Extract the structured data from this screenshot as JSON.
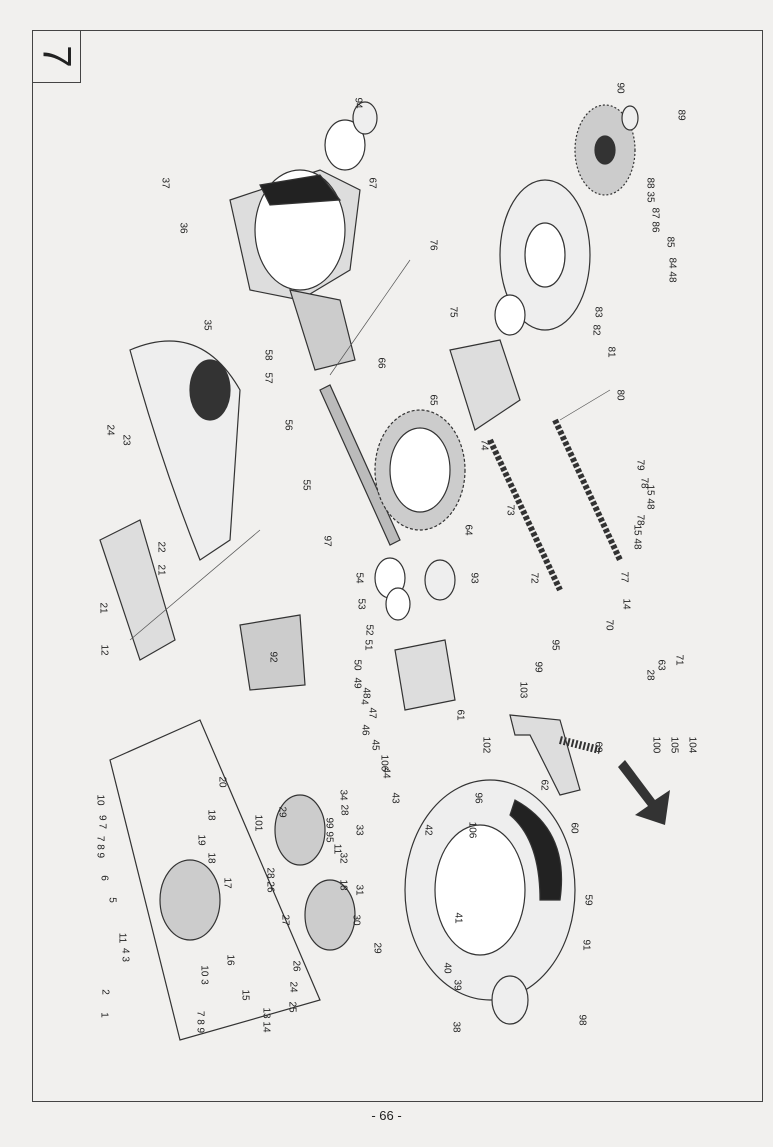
{
  "figure_number": "7",
  "page_number": "- 66 -",
  "part_labels": [
    "94",
    "67",
    "37",
    "36",
    "89",
    "90",
    "88 35",
    "87 86",
    "85",
    "84 48",
    "76",
    "75",
    "83",
    "82",
    "81",
    "35",
    "58",
    "57",
    "66",
    "65",
    "80",
    "24",
    "23",
    "56",
    "74",
    "79",
    "78",
    "15 48",
    "78",
    "15 48",
    "73",
    "55",
    "64",
    "97",
    "22",
    "21",
    "54",
    "93",
    "72",
    "77",
    "14",
    "12",
    "21",
    "92",
    "53",
    "52",
    "51",
    "50",
    "49",
    "48",
    "4",
    "47",
    "46",
    "45",
    "106",
    "44",
    "61",
    "102",
    "103",
    "99",
    "95",
    "70",
    "28",
    "63",
    "71",
    "69",
    "100",
    "105",
    "104",
    "62",
    "43",
    "96",
    "42",
    "106",
    "60",
    "10",
    "9 7",
    "7 8 9",
    "6",
    "5",
    "11",
    "4 3",
    "2",
    "1",
    "10 3",
    "7 8 9",
    "13 14",
    "25",
    "24",
    "26",
    "29",
    "30",
    "15",
    "16",
    "17",
    "27",
    "28 26",
    "18",
    "19",
    "18",
    "20",
    "101",
    "29",
    "34",
    "28",
    "99 95",
    "33",
    "32",
    "11",
    "31",
    "18",
    "41",
    "59",
    "91",
    "40",
    "39",
    "38",
    "98"
  ]
}
